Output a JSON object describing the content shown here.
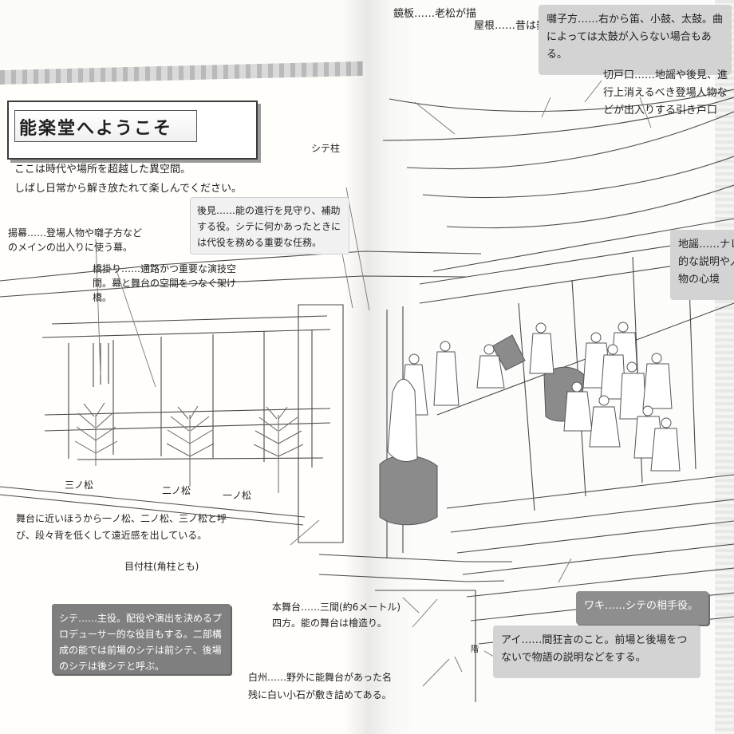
{
  "title": "能楽堂へようこそ",
  "intro_lines": [
    "ここは時代や場所を超越した異空間。",
    "しばし日常から解き放たれて楽しんでください。"
  ],
  "labels": {
    "shitebashira": "シテ柱",
    "matsu3": "三ノ松",
    "matsu2": "二ノ松",
    "matsu1": "一ノ松",
    "agemaku": "揚幕……登場人物や囃子方などのメインの出入りに使う幕。",
    "hashigakari": "橋掛り……通路かつ重要な演技空間。幕と舞台の空間をつなぐ架け橋。",
    "kouken": "後見……能の進行を見守り、補助する役。シテに何かあったときには代役を務める重要な任務。",
    "matsu_desc": "舞台に近いほうから一ノ松、二ノ松、三ノ松と呼び、段々背を低くして遠近感を出している。",
    "metsukebashira": "目付柱(角柱とも)",
    "shite": "シテ……主役。配役や演出を決めるプロデューサー的な役目もする。二部構成の能では前場のシテは前シテ、後場のシテは後シテと呼ぶ。",
    "hombutai": "本舞台……三間(約6メートル)四方。能の舞台は檜造り。",
    "shirasu": "白州……野外に能舞台があった名残に白い小石が敷き詰めてある。",
    "kagamiita": "鏡板……老松が描",
    "yane": "屋根……昔は舞",
    "hayashikata": "囃子方……右から笛、小鼓、太鼓。曲によっては太鼓が入らない場合もある。",
    "kiridoguchi": "切戸口……地謡や後見、進行上消えるべき登場人物などが出入りする引き戸口",
    "jiutai": "地謡……ナレ的な説明や人物の心境",
    "waki": "ワキ……シテの相手役。",
    "ai": "アイ……間狂言のこと。前場と後場をつないで物語の説明などをする。",
    "kizahashi": "階"
  }
}
